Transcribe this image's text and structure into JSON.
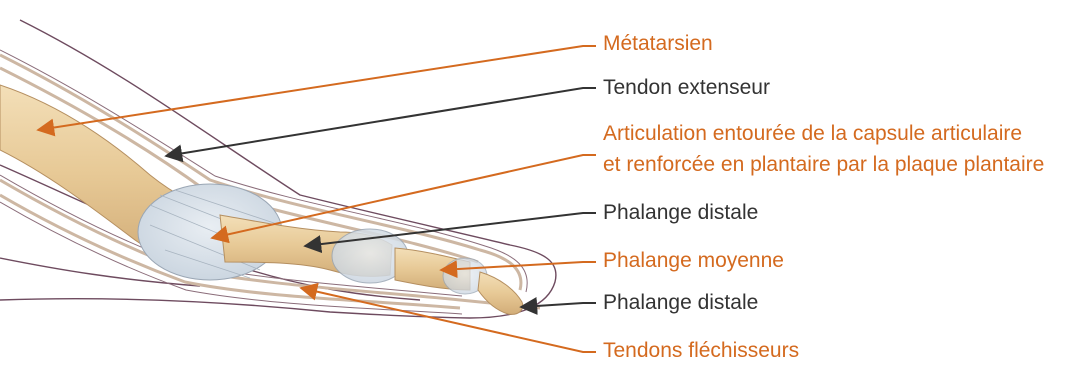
{
  "colors": {
    "accent_label": "#d46a1f",
    "dark_label": "#333333",
    "bone": "#e9cfa3",
    "skin_outline": "#6e4b5f"
  },
  "labels": {
    "metatarsal": "Métatarsien",
    "extensor_tendon": "Tendon extenseur",
    "joint_line1": "Articulation entourée de la capsule articulaire",
    "joint_line2": "et renforcée en plantaire par la plaque plantaire",
    "distal_phalanx_upper": "Phalange distale",
    "middle_phalanx": "Phalange moyenne",
    "distal_phalanx_lower": "Phalange distale",
    "flexor_tendons": "Tendons fléchisseurs"
  }
}
